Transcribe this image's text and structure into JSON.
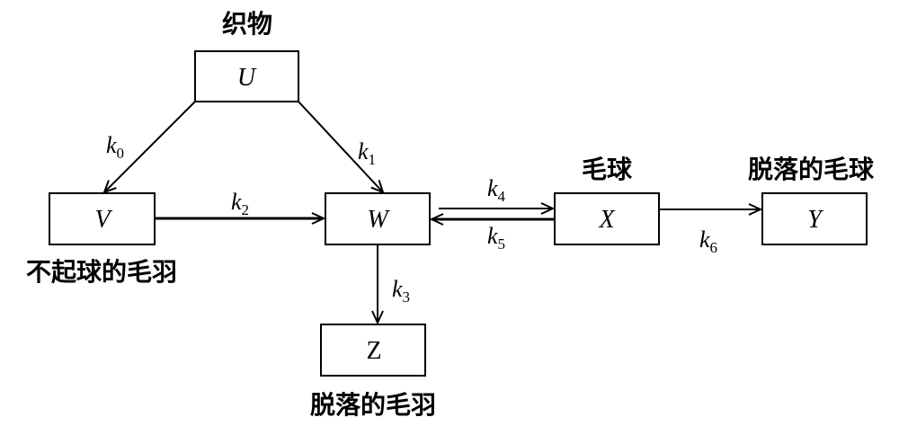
{
  "diagram": {
    "nodes": {
      "U": {
        "symbol": "U",
        "caption": "织物"
      },
      "V": {
        "symbol": "V",
        "caption": "不起球的毛羽"
      },
      "W": {
        "symbol": "W",
        "caption": ""
      },
      "X": {
        "symbol": "X",
        "caption": "毛球"
      },
      "Y": {
        "symbol": "Y",
        "caption": "脱落的毛球"
      },
      "Z": {
        "symbol": "Z",
        "caption": "脱落的毛羽"
      }
    },
    "edges": [
      {
        "from": "U",
        "to": "V",
        "rate": "k",
        "sub": "0"
      },
      {
        "from": "U",
        "to": "W",
        "rate": "k",
        "sub": "1"
      },
      {
        "from": "V",
        "to": "W",
        "rate": "k",
        "sub": "2"
      },
      {
        "from": "W",
        "to": "Z",
        "rate": "k",
        "sub": "3"
      },
      {
        "from": "W",
        "to": "X",
        "rate": "k",
        "sub": "4"
      },
      {
        "from": "X",
        "to": "W",
        "rate": "k",
        "sub": "5"
      },
      {
        "from": "X",
        "to": "Y",
        "rate": "k",
        "sub": "6"
      }
    ]
  }
}
